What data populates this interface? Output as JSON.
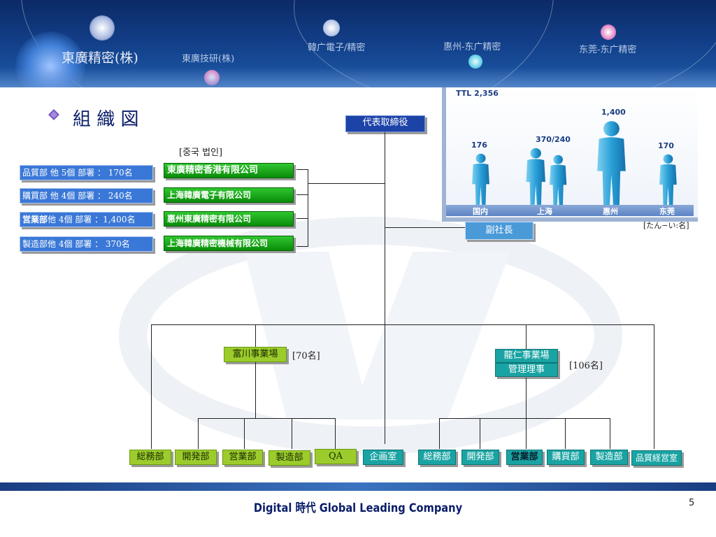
{
  "header": {
    "company": "東廣精密(株)",
    "nav": [
      "東廣技研(株)",
      "韓广電子/精密",
      "惠州-东广精密",
      "东莞-东广精密"
    ]
  },
  "page_title": "組 織 図",
  "china_corp_label": "[중국 법인]",
  "departments": [
    {
      "label": "品質部 他 5個 部署 ：  170名"
    },
    {
      "label": "購買部 他 4個 部署 ：  240名"
    },
    {
      "label_bold": "営業部",
      "label": "他 4個 部署 ：1,400名"
    },
    {
      "label": "製造部他 4個 部署 ：  370名"
    }
  ],
  "subsidiaries": [
    "東廣精密香港有限公司",
    "上海韓廣電子有限公司",
    "惠州東廣精密有限公司",
    "上海韓廣精密機械有限公司"
  ],
  "ceo": "代表取締役",
  "vp": "副社長",
  "site_left": {
    "name": "富川事業場",
    "count": "[70名]"
  },
  "site_right": {
    "name": "龍仁事業場",
    "director": "管理理事",
    "count": "[106名]"
  },
  "left_depts": [
    "総務部",
    "開発部",
    "営業部",
    "製造部",
    "QA"
  ],
  "center_dept": "企画室",
  "right_depts": [
    "総務部",
    "開発部",
    "営業部",
    "購買部",
    "製造部",
    "品質経営室"
  ],
  "chart_data": {
    "type": "bar",
    "title": "TTL 2,356",
    "categories": [
      "国内",
      "上海",
      "惠州",
      "东莞"
    ],
    "values_labels": [
      "176",
      "370/240",
      "1,400",
      "170"
    ],
    "values": [
      176,
      610,
      1400,
      170
    ],
    "unit_note": "[たん−い:名]"
  },
  "footer": {
    "text": "Digital 時代 Global Leading Company",
    "page": "5"
  },
  "colors": {
    "header": "#123d86",
    "green": "#0a8c0a",
    "lime": "#9ccc2c",
    "teal": "#1aa3a3"
  }
}
